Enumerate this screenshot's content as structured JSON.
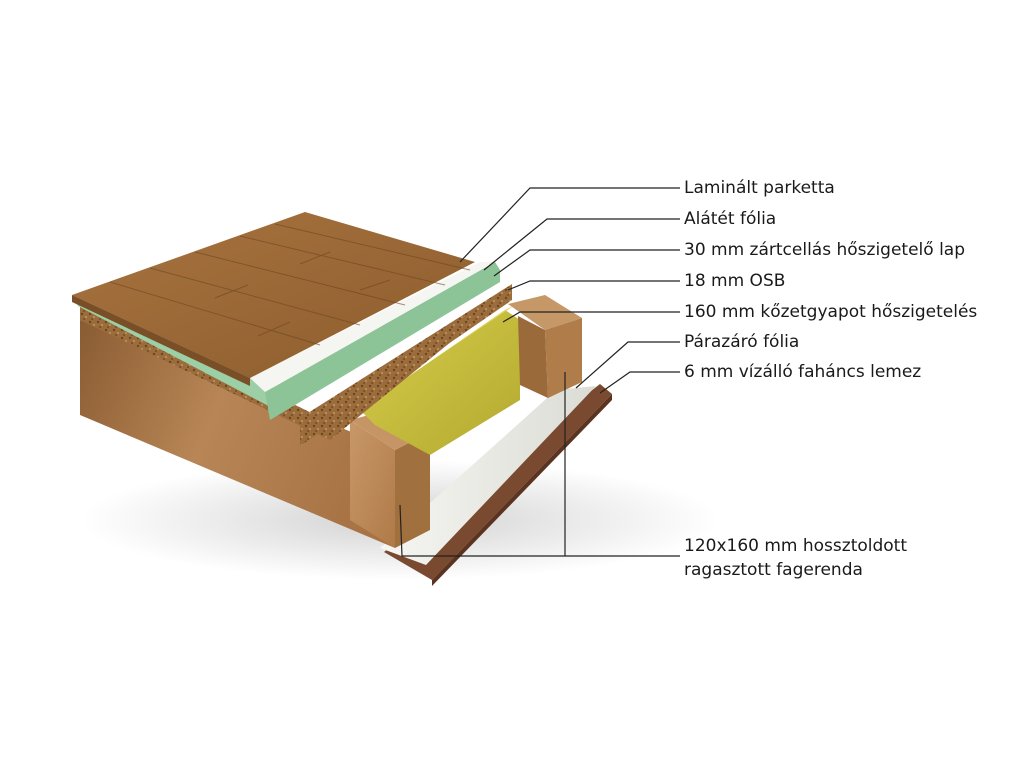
{
  "labels": [
    {
      "id": "laminate",
      "text": "Laminált parketta"
    },
    {
      "id": "underlay-foil",
      "text": "Alátét fólia"
    },
    {
      "id": "xps-board",
      "text": "30 mm zártcellás hőszigetelő lap"
    },
    {
      "id": "osb",
      "text": "18 mm OSB"
    },
    {
      "id": "rockwool",
      "text": "160 mm kőzetgyapot hőszigetelés"
    },
    {
      "id": "vapour-barrier",
      "text": "Párazáró fólia"
    },
    {
      "id": "fibreboard",
      "text": "6 mm vízálló faháncs lemez"
    }
  ],
  "beam_label": {
    "line1": "120x160 mm hossztoldott",
    "line2": "ragasztott fagerenda"
  },
  "colors": {
    "laminate": "#9a6a36",
    "underlay": "#f4f4f0",
    "xps": "#9ccfa5",
    "osb": "#9c6d3c",
    "rockwool": "#c9bf3b",
    "beam": "#b88858",
    "vapour": "#eef0ec",
    "fibreboard": "#7a4a30",
    "leader": "#222222"
  }
}
